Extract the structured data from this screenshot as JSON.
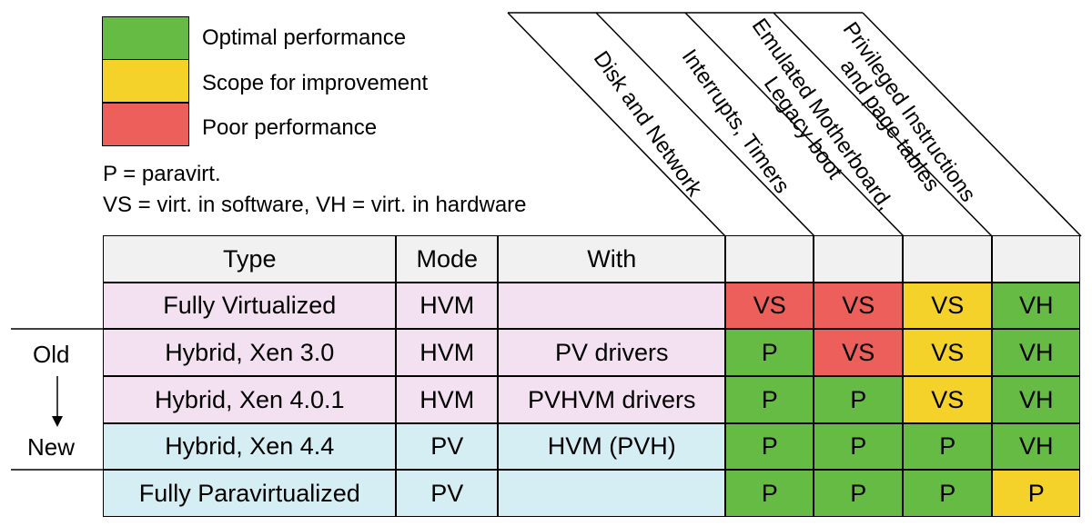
{
  "legend": [
    {
      "label": "Optimal performance",
      "color": "#66bb44"
    },
    {
      "label": "Scope for improvement",
      "color": "#f5d22a"
    },
    {
      "label": "Poor performance",
      "color": "#ec5f5a"
    }
  ],
  "notes": {
    "line1": "P = paravirt.",
    "line2": "VS = virt. in software, VH = virt. in hardware"
  },
  "columns": {
    "type": "Type",
    "mode": "Mode",
    "with": "With",
    "diagonal": [
      {
        "line1": "Disk and Network",
        "line2": ""
      },
      {
        "line1": "Interrupts, Timers",
        "line2": ""
      },
      {
        "line1": "Emulated Motherboard,",
        "line2": "Legacy boot"
      },
      {
        "line1": "Privileged Instructions",
        "line2": "and page tables"
      }
    ]
  },
  "rows": [
    {
      "type": "Fully Virtualized",
      "mode": "HVM",
      "with": "",
      "bg": "#f3e1f1",
      "cells": [
        {
          "v": "VS",
          "c": "#ec5f5a"
        },
        {
          "v": "VS",
          "c": "#ec5f5a"
        },
        {
          "v": "VS",
          "c": "#f5d22a"
        },
        {
          "v": "VH",
          "c": "#66bb44"
        }
      ]
    },
    {
      "type": "Hybrid, Xen 3.0",
      "mode": "HVM",
      "with": "PV drivers",
      "bg": "#f3e1f1",
      "cells": [
        {
          "v": "P",
          "c": "#66bb44"
        },
        {
          "v": "VS",
          "c": "#ec5f5a"
        },
        {
          "v": "VS",
          "c": "#f5d22a"
        },
        {
          "v": "VH",
          "c": "#66bb44"
        }
      ]
    },
    {
      "type": "Hybrid, Xen 4.0.1",
      "mode": "HVM",
      "with": "PVHVM drivers",
      "bg": "#f3e1f1",
      "cells": [
        {
          "v": "P",
          "c": "#66bb44"
        },
        {
          "v": "P",
          "c": "#66bb44"
        },
        {
          "v": "VS",
          "c": "#f5d22a"
        },
        {
          "v": "VH",
          "c": "#66bb44"
        }
      ]
    },
    {
      "type": "Hybrid, Xen 4.4",
      "mode": "PV",
      "with": "HVM (PVH)",
      "bg": "#d5eef4",
      "cells": [
        {
          "v": "P",
          "c": "#66bb44"
        },
        {
          "v": "P",
          "c": "#66bb44"
        },
        {
          "v": "P",
          "c": "#66bb44"
        },
        {
          "v": "VH",
          "c": "#66bb44"
        }
      ]
    },
    {
      "type": "Fully Paravirtualized",
      "mode": "PV",
      "with": "",
      "bg": "#d5eef4",
      "cells": [
        {
          "v": "P",
          "c": "#66bb44"
        },
        {
          "v": "P",
          "c": "#66bb44"
        },
        {
          "v": "P",
          "c": "#66bb44"
        },
        {
          "v": "P",
          "c": "#f5d22a"
        }
      ]
    }
  ],
  "side": {
    "old": "Old",
    "new": "New"
  }
}
